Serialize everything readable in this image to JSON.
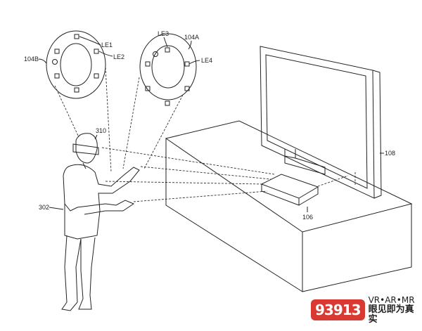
{
  "labels": {
    "ring_left": "104B",
    "ring_right": "104A",
    "le1": "LE1",
    "le2": "LE2",
    "le3": "LE3",
    "le4": "LE4",
    "hmd": "310",
    "user": "302",
    "display": "108",
    "console": "106"
  },
  "watermark": {
    "logo": "93913",
    "line1": "VR•AR•MR",
    "line2": "眼见即为真实"
  }
}
